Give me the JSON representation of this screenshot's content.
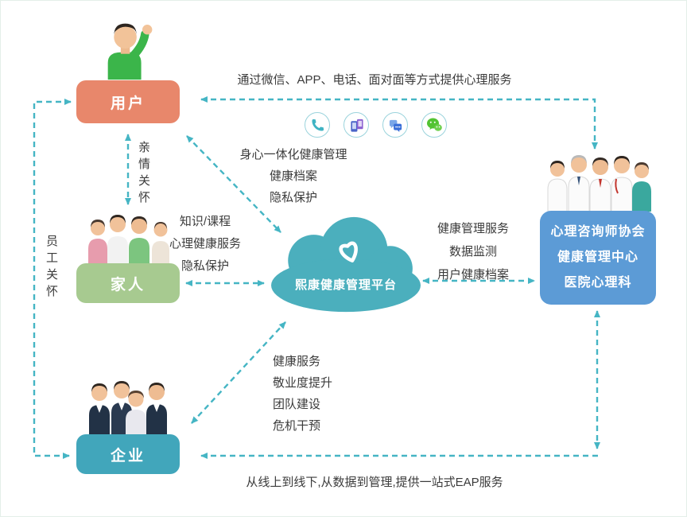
{
  "nodes": {
    "user": {
      "label": "用户"
    },
    "family": {
      "label": "家人"
    },
    "enterprise": {
      "label": "企业"
    },
    "platform": {
      "label": "熙康健康管理平台"
    },
    "institutions": {
      "line1": "心理咨询师协会",
      "line2": "健康管理中心",
      "line3": "医院心理科"
    }
  },
  "edge_labels": {
    "top_service": "通过微信、APP、电话、面对面等方式提供心理服务",
    "kinship_care": "亲情关怀",
    "employee_care": "员工关怀",
    "user_platform": {
      "line1": "身心一体化健康管理",
      "line2": "健康档案",
      "line3": "隐私保护"
    },
    "family_platform": {
      "line1": "知识/课程",
      "line2": "心理健康服务",
      "line3": "隐私保护"
    },
    "platform_institutions": {
      "line1": "健康管理服务",
      "line2": "数据监测",
      "line3": "用户健康档案"
    },
    "enterprise_platform": {
      "line1": "健康服务",
      "line2": "敬业度提升",
      "line3": "团队建设",
      "line4": "危机干预"
    },
    "bottom_service": "从线上到线下,从数据到管理,提供一站式EAP服务"
  },
  "icons": {
    "phone": "phone-icon",
    "devices": "mobile-devices-icon",
    "chat": "chat-bubbles-icon",
    "wechat": "wechat-icon"
  },
  "colors": {
    "user_box": "#E8876B",
    "family_box": "#A7CA90",
    "enterprise_box": "#41A6BB",
    "institutions_box": "#5C9BD6",
    "platform_cloud": "#4BAFBD",
    "arrow": "#45B5C4",
    "wechat_green": "#52C332",
    "text": "#3B3B3B"
  }
}
